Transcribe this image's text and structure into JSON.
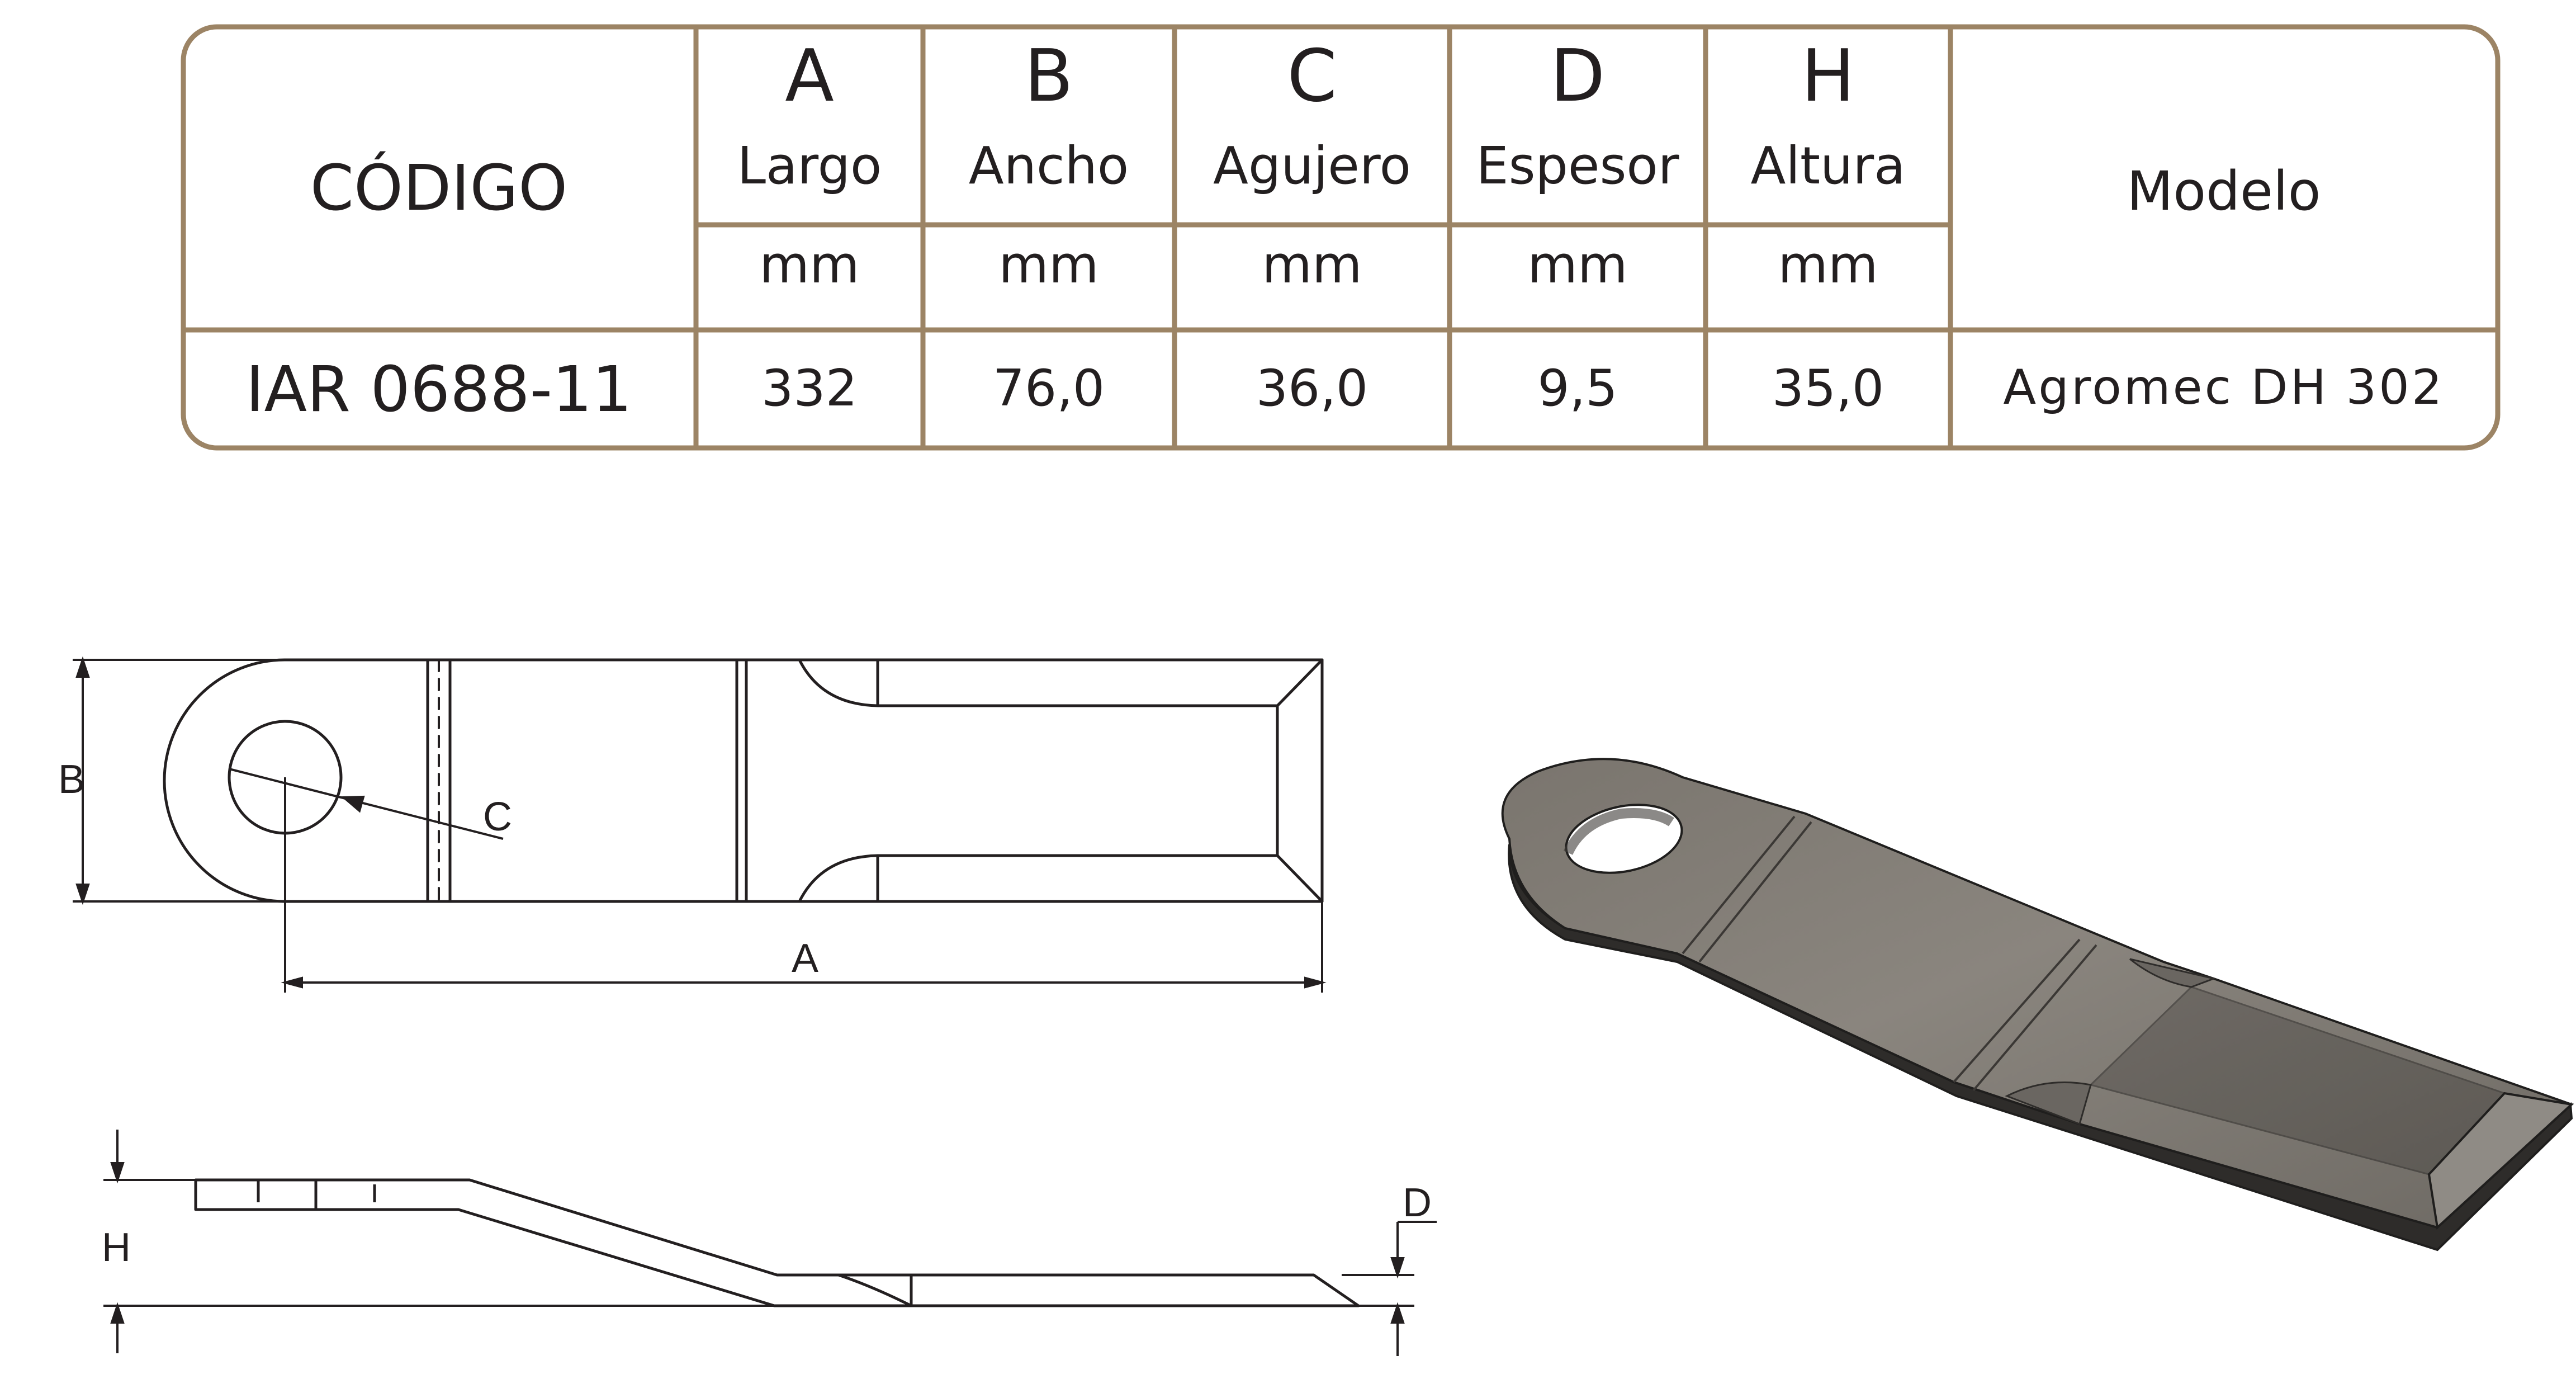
{
  "table": {
    "code_header": "CÓDIGO",
    "model_header": "Modelo",
    "columns": [
      {
        "letter": "A",
        "name": "Largo",
        "unit": "mm",
        "value": "332"
      },
      {
        "letter": "B",
        "name": "Ancho",
        "unit": "mm",
        "value": "76,0"
      },
      {
        "letter": "C",
        "name": "Agujero",
        "unit": "mm",
        "value": "36,0"
      },
      {
        "letter": "D",
        "name": "Espesor",
        "unit": "mm",
        "value": "9,5"
      },
      {
        "letter": "H",
        "name": "Altura",
        "unit": "mm",
        "value": "35,0"
      }
    ],
    "code_value": "IAR 0688-11",
    "model_value": "Agromec DH 302",
    "border_color": "#9c8465"
  },
  "drawing": {
    "labels": {
      "a": "A",
      "b": "B",
      "c": "C",
      "d": "D",
      "h": "H"
    }
  }
}
